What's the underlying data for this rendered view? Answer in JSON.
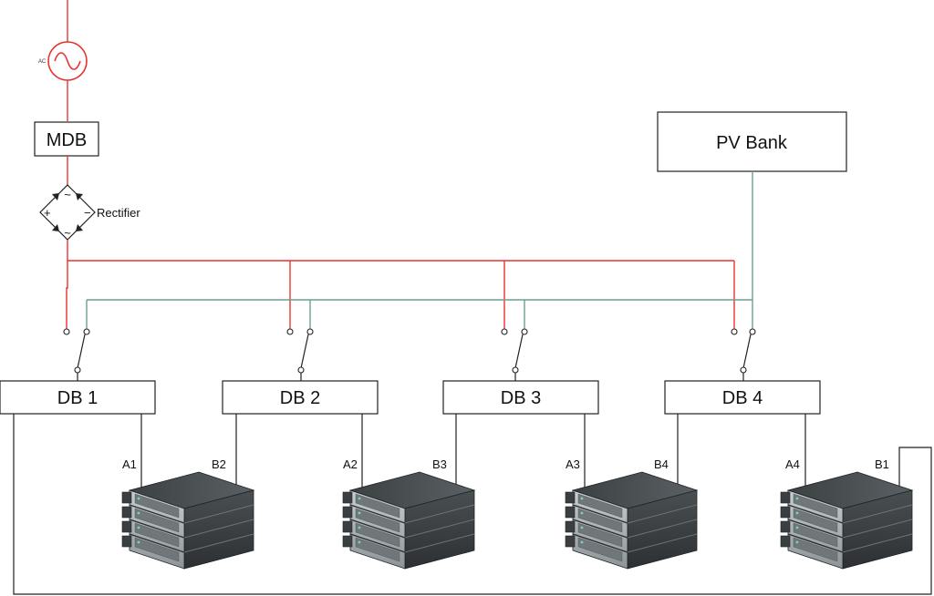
{
  "source": {
    "ac_label": "AC"
  },
  "mdb": {
    "label": "MDB"
  },
  "rectifier": {
    "label": "Rectifier",
    "plus": "+",
    "minus": "−",
    "tilde": "~"
  },
  "pv_bank": {
    "label": "PV Bank"
  },
  "distribution_boards": [
    {
      "label": "DB 1"
    },
    {
      "label": "DB 2"
    },
    {
      "label": "DB 3"
    },
    {
      "label": "DB 4"
    }
  ],
  "server_feeds": [
    {
      "label_a": "A1",
      "label_b": "B2"
    },
    {
      "label_a": "A2",
      "label_b": "B3"
    },
    {
      "label_a": "A3",
      "label_b": "B4"
    },
    {
      "label_a": "A4",
      "label_b": "B1"
    }
  ],
  "colors": {
    "ac_line": "#e8322f",
    "pv_line": "#6e9e92",
    "feed_line": "#222222"
  }
}
